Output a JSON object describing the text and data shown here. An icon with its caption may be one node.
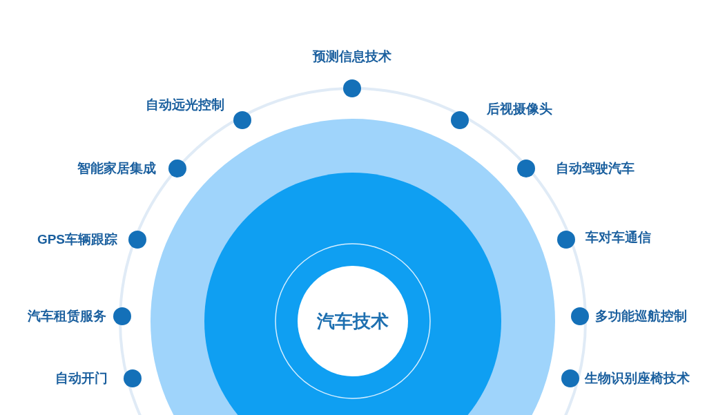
{
  "diagram": {
    "nodes": [
      {
        "text": [
          "预测信息技术"
        ]
      },
      {
        "text": [
          "自动远光控制"
        ]
      },
      {
        "text": [
          "智能家居集成"
        ]
      },
      {
        "text": [
          "GPS车辆跟踪"
        ]
      },
      {
        "text": [
          "汽车租赁服务"
        ]
      },
      {
        "text": [
          "自动开门"
        ]
      },
      {
        "text": [
          "后视摄像头"
        ]
      },
      {
        "text": [
          "自动驾驶汽车"
        ]
      },
      {
        "text": [
          "车对车通信"
        ]
      },
      {
        "text": [
          "多功能巡航控制"
        ]
      },
      {
        "text": [
          "生物识别座椅技术"
        ]
      },
      {
        "text": [
          "汽车技术"
        ]
      }
    ]
  }
}
